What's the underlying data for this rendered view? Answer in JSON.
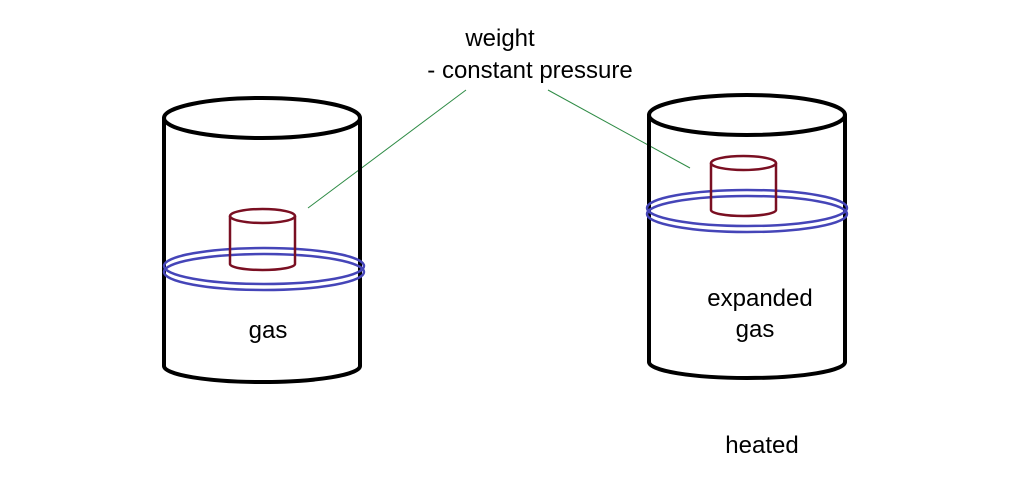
{
  "labels": {
    "weight": "weight",
    "constant_pressure": "- constant pressure",
    "gas": "gas",
    "expanded": "expanded",
    "expanded_gas": "gas",
    "heated": "heated"
  },
  "colors": {
    "outline": "#000000",
    "piston": "#4545b8",
    "weight": "#7a0f22",
    "leader_line": "#2e8b45",
    "background": "#ffffff"
  }
}
